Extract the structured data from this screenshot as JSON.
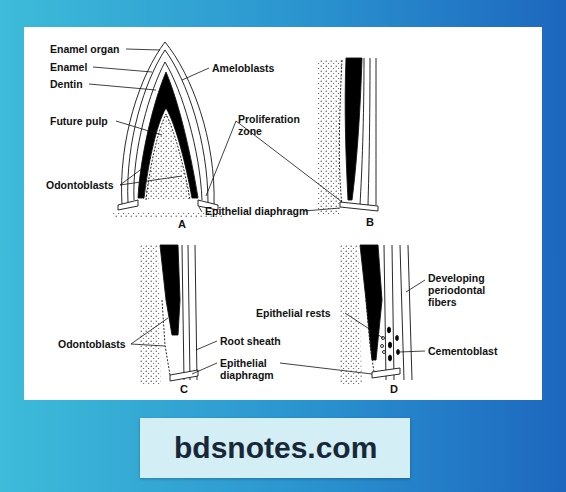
{
  "diagram": {
    "nodes": [
      {
        "text": [
          "bdsnotes.com"
        ]
      }
    ],
    "labels": [
      "Enamel organ",
      "Enamel",
      "Dentin",
      "Future pulp",
      "Odontoblasts",
      "Ameloblasts",
      "Proliferation zone",
      "Epithelial diaphragm",
      "A",
      "B",
      "Odontoblasts",
      "Root sheath",
      "Epithelial diaphragm",
      "C",
      "Epithelial rests",
      "Developing periodontal fibers",
      "Cementoblast",
      "D"
    ]
  }
}
